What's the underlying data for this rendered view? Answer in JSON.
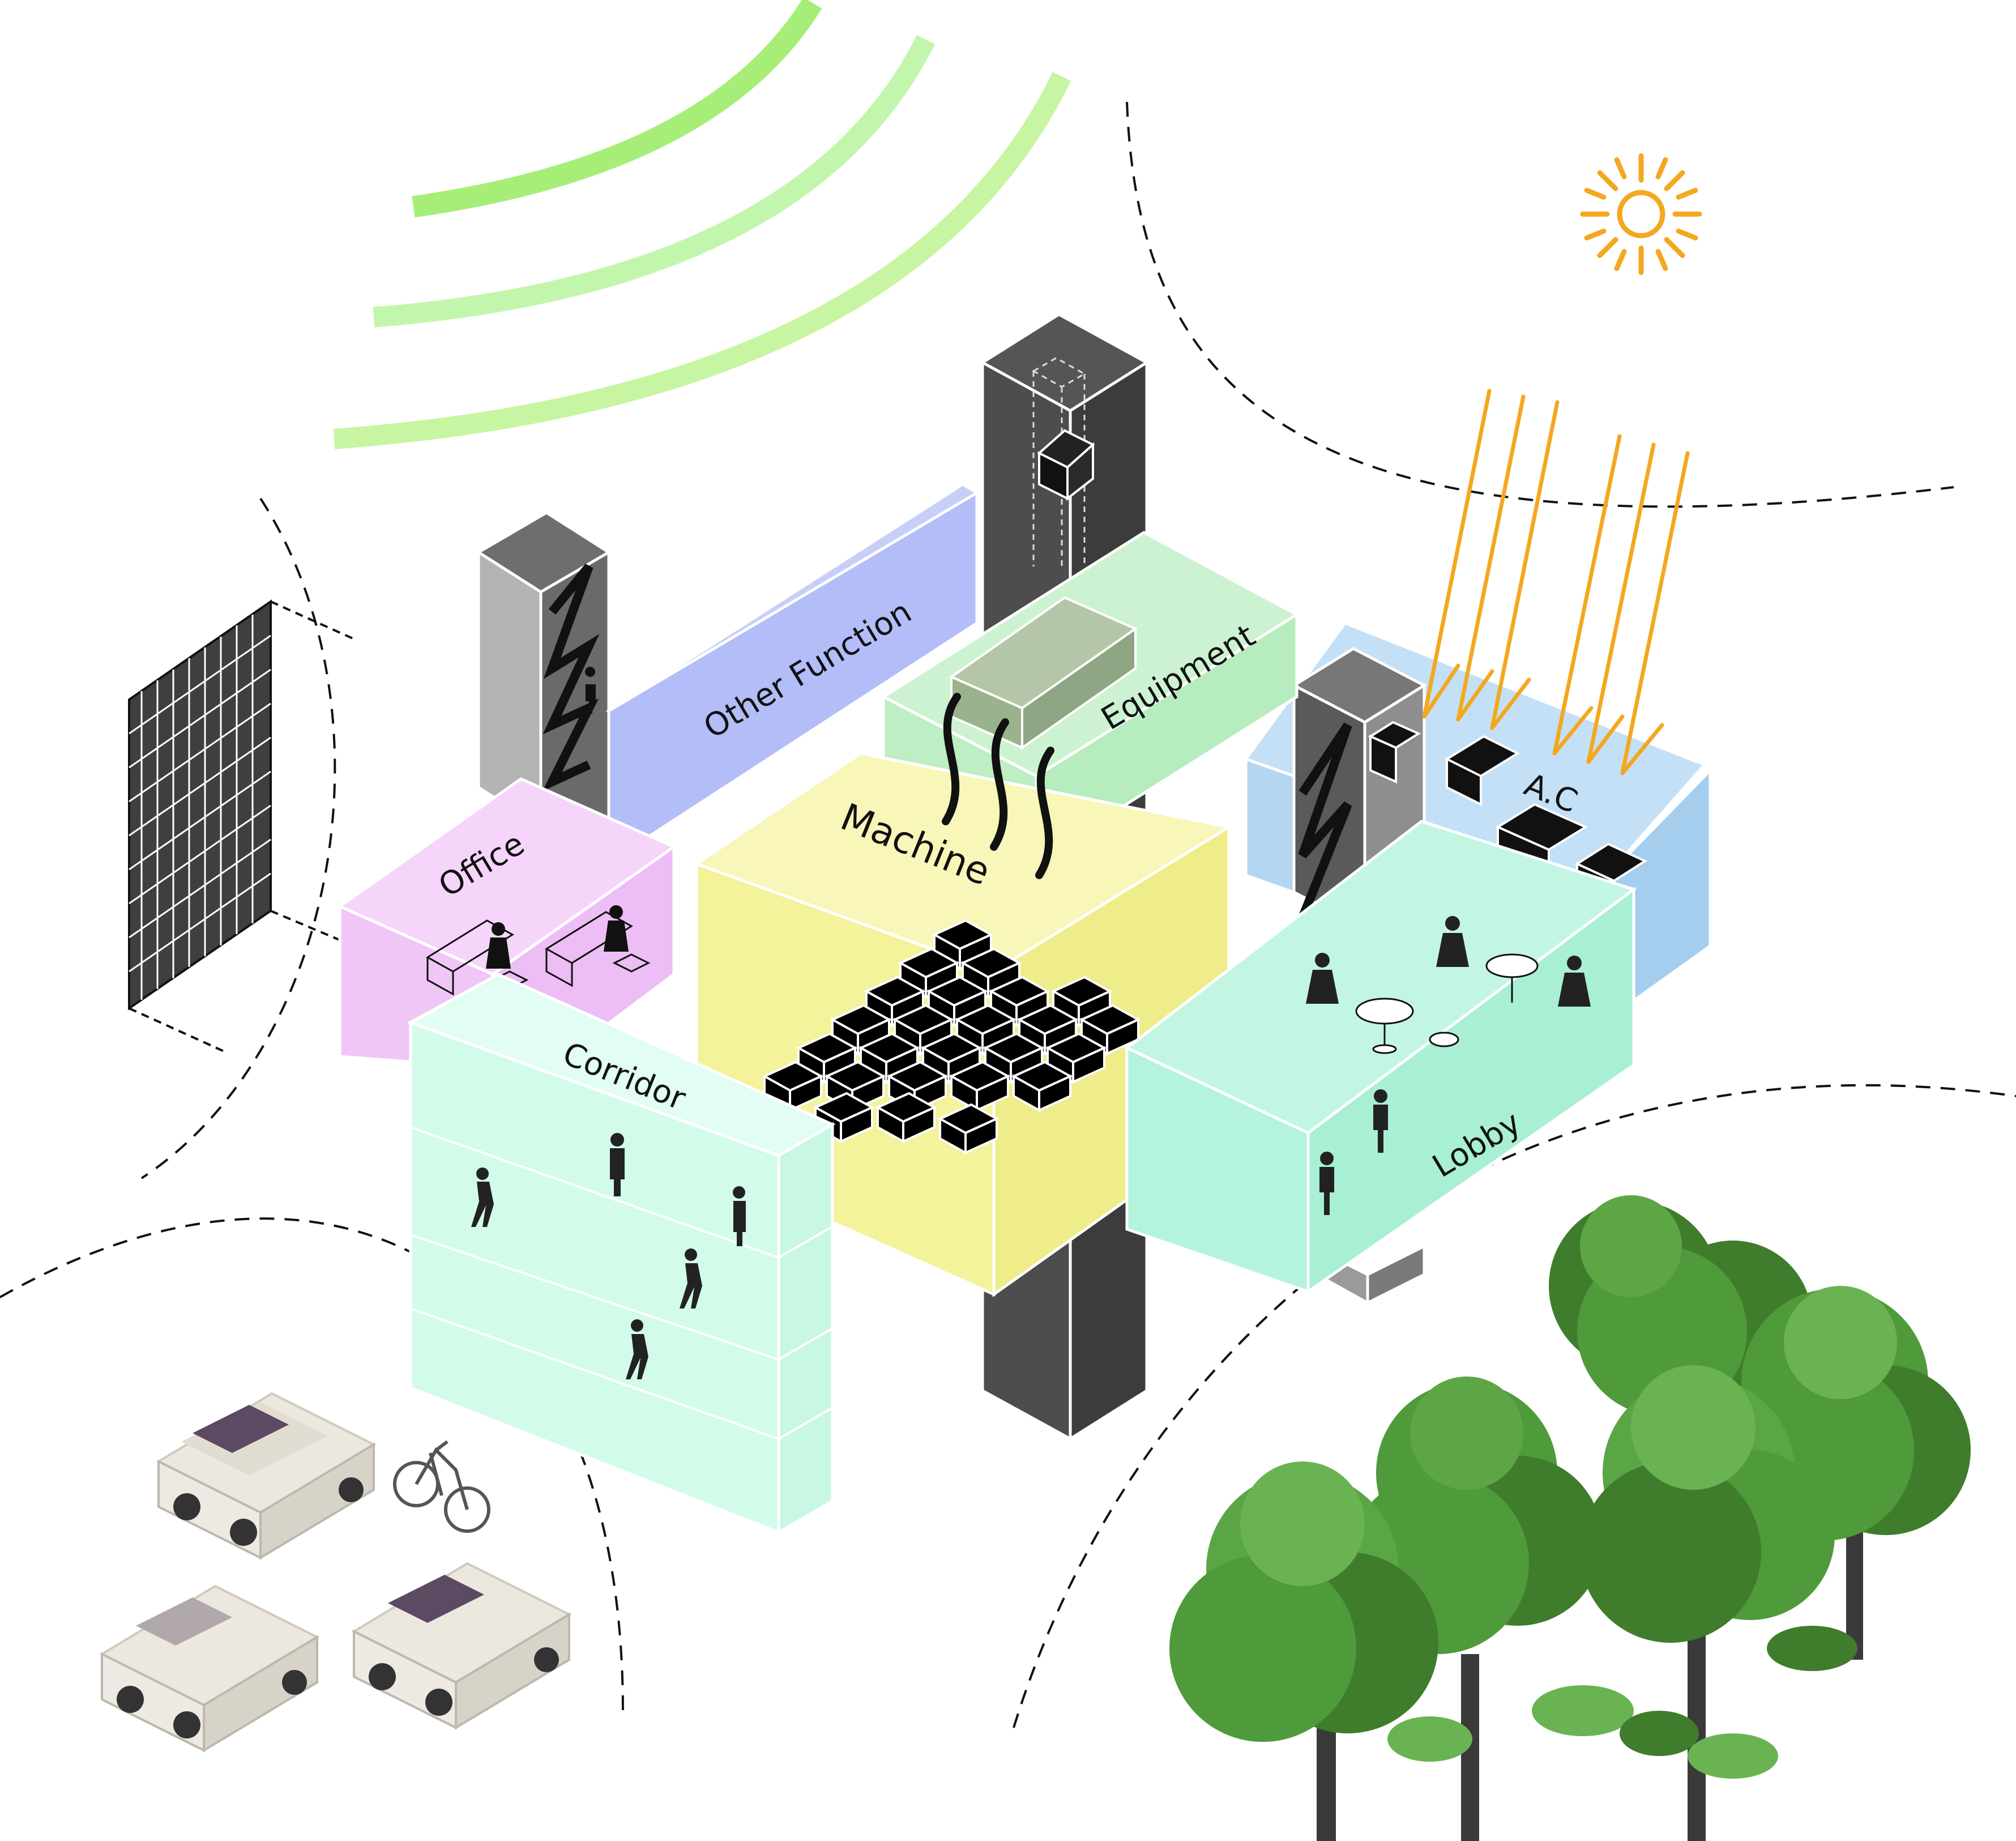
{
  "labels": {
    "other_function": "Other Function",
    "equipment": "Equipment",
    "office": "Office",
    "machine": "Machine",
    "ac": "A.C",
    "corridor": "Corridor",
    "lobby": "Lobby"
  },
  "colors": {
    "other_function": "#b3bdf7",
    "equipment": "#bdeec4",
    "office": "#f0c6f7",
    "machine": "#f4f29a",
    "ac": "#b5d6f1",
    "corridor": "#d2fbea",
    "lobby": "#b4f3dc",
    "tower_dark": "#4d4d4d",
    "tower_grey": "#9a9a9a",
    "sound_wave": "#a6ee78",
    "sun": "#f3a81f",
    "tree": "#4f9a3b",
    "car": "#ece8e0"
  },
  "icons": [
    "sound-wave-icon",
    "sun-icon",
    "solar-panel-icon",
    "car-icon",
    "bicycle-icon",
    "tree-icon",
    "person-icon"
  ]
}
